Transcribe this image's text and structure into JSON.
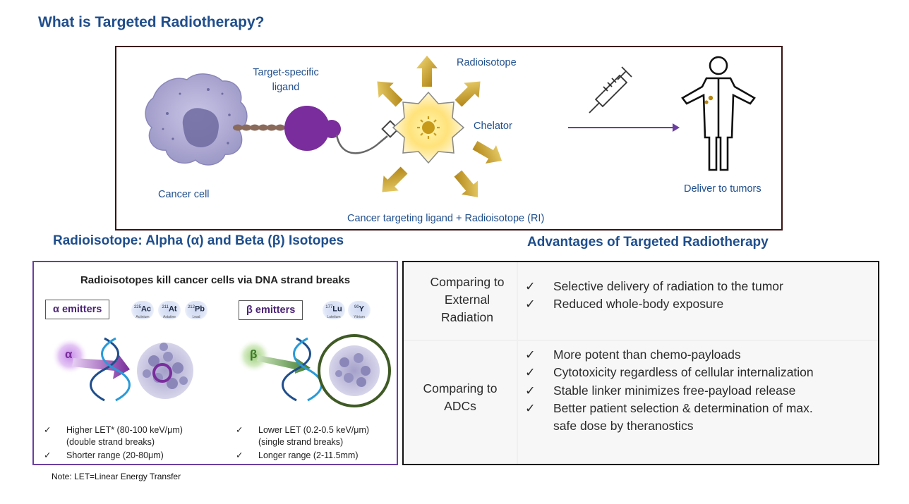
{
  "title": "What is Targeted Radiotherapy?",
  "diagram": {
    "labels": {
      "ligand": "Target-specific ligand",
      "ligand_line1": "Target-specific",
      "ligand_line2": "ligand",
      "radioisotope": "Radioisotope",
      "chelator": "Chelator",
      "cancer_cell": "Cancer cell",
      "caption": "Cancer targeting ligand + Radioisotope (RI)",
      "deliver": "Deliver to tumors"
    },
    "colors": {
      "accent": "#1f4e8c",
      "ligand": "#7a2d9c",
      "arrow": "#b8860b",
      "cell": "#a9a6cf"
    }
  },
  "left_section": {
    "title": "Radioisotope: Alpha (α) and Beta (β) Isotopes",
    "headline": "Radioisotopes kill cancer cells via DNA strand breaks",
    "alpha": {
      "label": "α emitters",
      "symbol": "α",
      "isotopes": [
        {
          "mass": "225",
          "symbol": "Ac",
          "name": "Actinium"
        },
        {
          "mass": "211",
          "symbol": "At",
          "name": "Astatine"
        },
        {
          "mass": "212",
          "symbol": "Pb",
          "name": "Lead"
        }
      ],
      "points": [
        {
          "line1": "Higher LET* (80-100 keV/μm)",
          "line2": "(double strand breaks)"
        },
        {
          "line1": "Shorter range (20-80μm)",
          "line2": ""
        }
      ]
    },
    "beta": {
      "label": "β emitters",
      "symbol": "β",
      "isotopes": [
        {
          "mass": "177",
          "symbol": "Lu",
          "name": "Lutetium"
        },
        {
          "mass": "90",
          "symbol": "Y",
          "name": "Yttrium"
        }
      ],
      "points": [
        {
          "line1": "Lower LET (0.2-0.5 keV/μm)",
          "line2": "(single strand breaks)"
        },
        {
          "line1": "Longer range (2-11.5mm)",
          "line2": ""
        }
      ]
    },
    "check_mark": "✓",
    "note": "Note: LET=Linear Energy Transfer"
  },
  "right_section": {
    "title": "Advantages of Targeted Radiotherapy",
    "rows": [
      {
        "category_lines": [
          "Comparing to",
          "External",
          "Radiation"
        ],
        "items": [
          "Selective delivery of radiation to the tumor",
          "Reduced whole-body exposure"
        ]
      },
      {
        "category_lines": [
          "Comparing to",
          "ADCs"
        ],
        "items": [
          "More potent than chemo-payloads",
          "Cytotoxicity regardless of cellular internalization",
          "Stable linker minimizes free-payload release",
          "Better patient selection & determination of max.",
          "safe dose  by theranostics"
        ]
      }
    ]
  }
}
